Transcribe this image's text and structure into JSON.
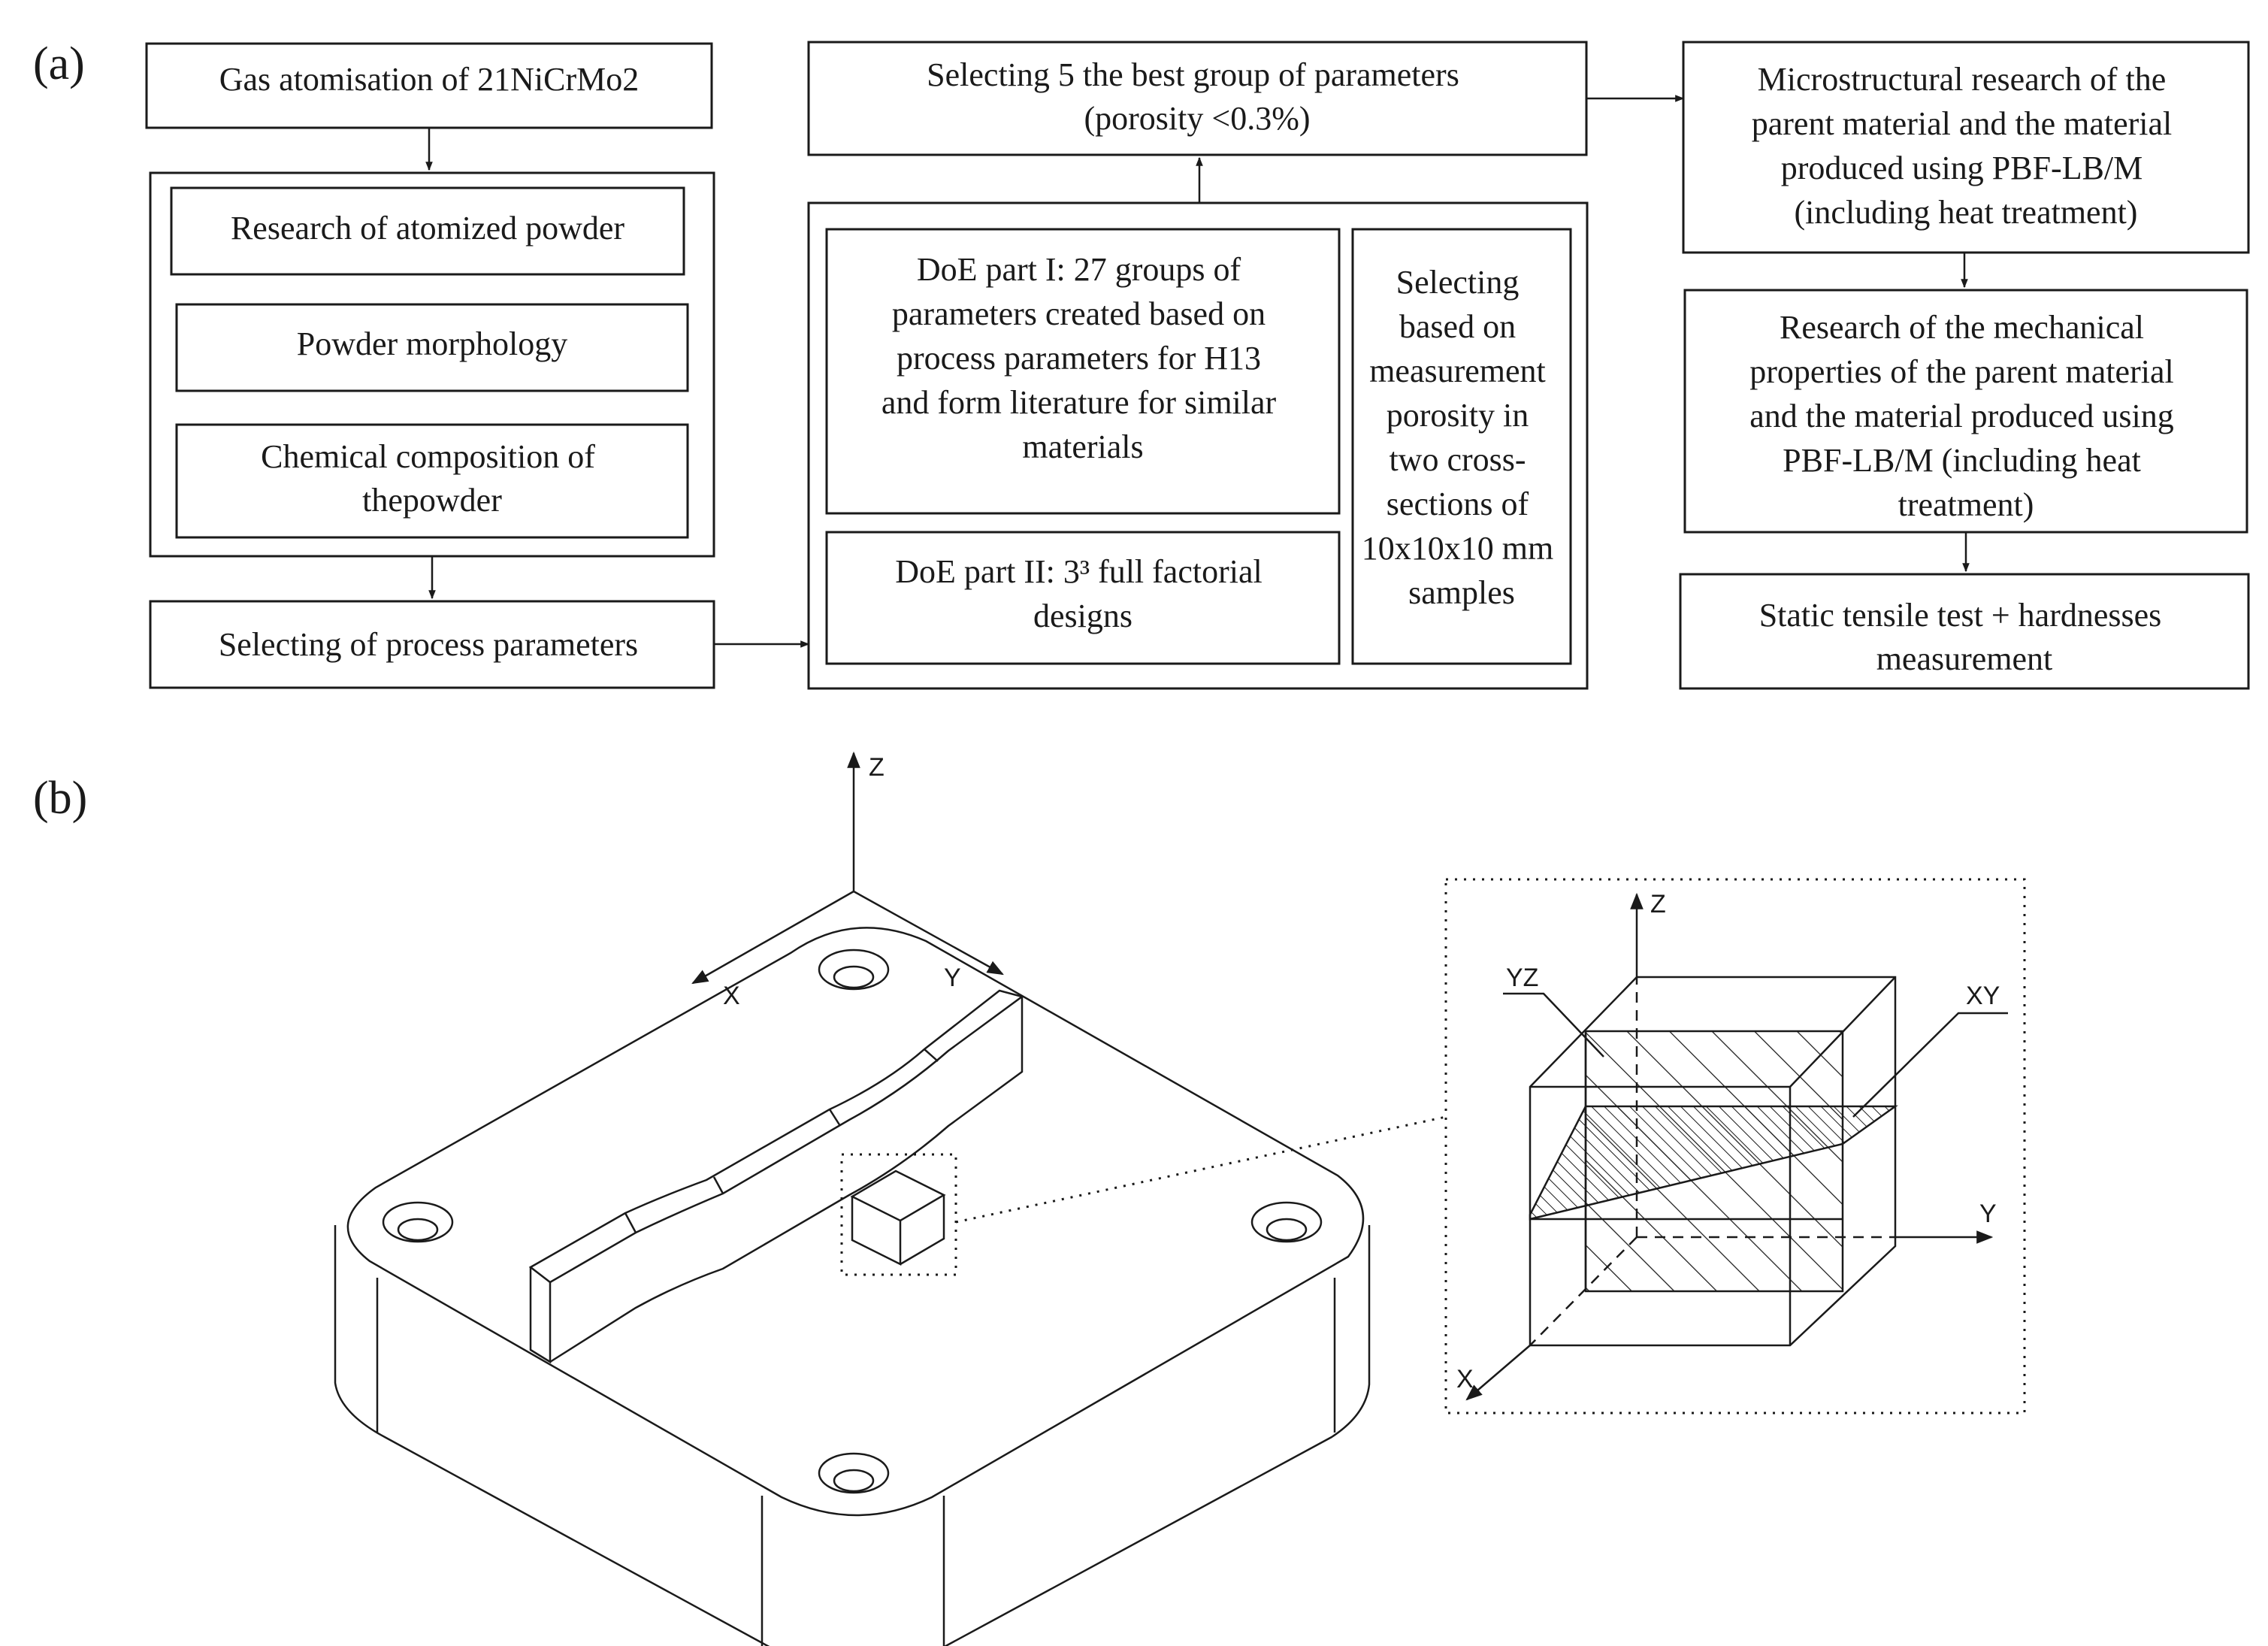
{
  "panel_a": {
    "label": "(a)",
    "left_column": {
      "gas_atomisation": "Gas atomisation of 21NiCrMo2",
      "research_powder": "Research of atomized powder",
      "powder_morphology": "Powder morphology",
      "chemical_composition": [
        "Chemical composition of",
        "thepowder"
      ],
      "selecting_process_parameters": "Selecting of process parameters"
    },
    "middle_column": {
      "selecting_best": [
        "Selecting 5 the best group of parameters",
        "(porosity <0.3%)"
      ],
      "doe_part1": [
        "DoE part I: 27 groups of",
        "parameters created based on",
        "process parameters for H13",
        "and form literature for similar",
        "materials"
      ],
      "doe_part2": [
        "DoE part II: 3³ full factorial",
        "designs"
      ],
      "selecting_measurement": [
        "Selecting",
        "based on",
        "measurement",
        "porosity in",
        "two cross-",
        "sections of",
        "10x10x10 mm",
        "samples"
      ]
    },
    "right_column": {
      "microstructural": [
        "Microstructural research of the",
        "parent material and the material",
        "produced using PBF-LB/M",
        "(including heat treatment)"
      ],
      "mechanical": [
        "Research of the mechanical",
        "properties of the parent material",
        "and the material produced using",
        "PBF-LB/M (including heat",
        "treatment)"
      ],
      "tensile": [
        "Static tensile test + hardnesses",
        "measurement"
      ]
    }
  },
  "panel_b": {
    "label": "(b)",
    "axes_main": {
      "z": "Z",
      "x": "X",
      "y": "Y"
    },
    "detail": {
      "z": "Z",
      "x": "X",
      "y": "Y",
      "yz": "YZ",
      "xy": "XY"
    }
  }
}
